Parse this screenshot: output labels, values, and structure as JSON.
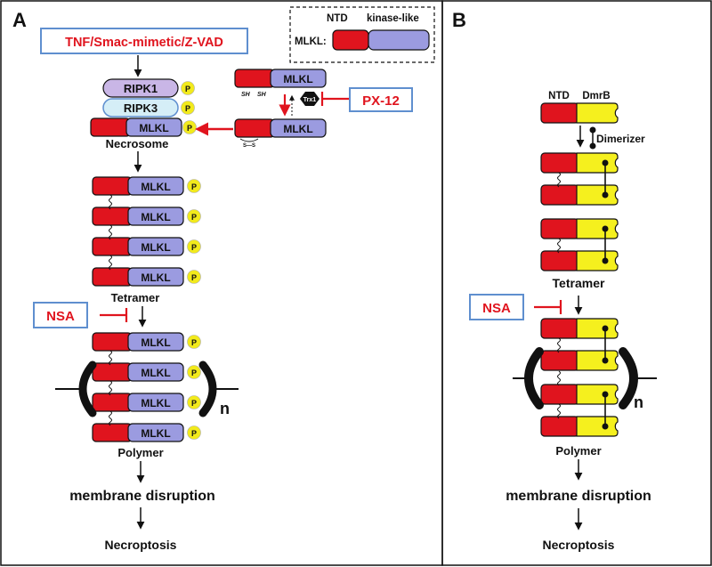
{
  "panel_a": {
    "letter": "A",
    "stimulus": "TNF/Smac-mimetic/Z-VAD",
    "legend": {
      "prefix": "MLKL:",
      "ntd": "NTD",
      "kinase": "kinase-like"
    },
    "ripk1": "RIPK1",
    "ripk3": "RIPK3",
    "mlkl": "MLKL",
    "p": "P",
    "sh": "SH",
    "s_s": "S—S",
    "trx1": "Trx1",
    "px12": "PX-12",
    "necrosome": "Necrosome",
    "tetramer": "Tetramer",
    "nsa": "NSA",
    "polymer": "Polymer",
    "subscript_n": "n",
    "membrane": "membrane disruption",
    "necroptosis": "Necroptosis"
  },
  "panel_b": {
    "letter": "B",
    "ntd": "NTD",
    "dmrb": "DmrB",
    "dimerizer": "Dimerizer",
    "tetramer": "Tetramer",
    "nsa": "NSA",
    "polymer": "Polymer",
    "subscript_n": "n",
    "membrane": "membrane disruption",
    "necroptosis": "Necroptosis"
  },
  "colors": {
    "ntd_red": "#e0141e",
    "kinase_purple": "#9b9be0",
    "ripk1_lilac": "#c9b6e6",
    "ripk3_blue": "#d5eef7",
    "phospho_yellow": "#f2ea1c",
    "dmrb_yellow": "#f5f01e",
    "inhibitor_red": "#e0141e",
    "box_blue": "#5f8fcf"
  }
}
